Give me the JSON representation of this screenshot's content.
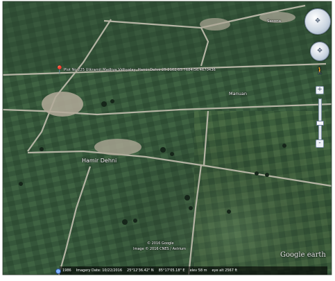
{
  "map": {
    "type": "satellite",
    "colors": {
      "field_dark": "#2c4a2c",
      "field_mid": "#3d5f3a",
      "field_light": "#59794f",
      "road": "#b9b8a8",
      "village": "#b8b2a6",
      "label": "#ffffff"
    }
  },
  "labels": {
    "placemark": "Plot No 225 Utkramit Madhya Vidhyalay, Hamir Dehni 25.2162/85.7684/36.4670436",
    "manuan": "Manuan",
    "sasona": "Sasona",
    "hamir_dehni": "Hamir Dehni"
  },
  "copyright": {
    "line1": "© 2016 Google",
    "line2": "Image © 2016 CNES / Astrium"
  },
  "logo": "Google earth",
  "status_bar": {
    "scale": "1986",
    "imagery_date": "Imagery Date: 10/22/2016",
    "lat": "25°12'36.42\" N",
    "lon": "85°17'05.18\" E",
    "elev": "elev  58 m",
    "eye_alt": "eye alt  2567 ft"
  },
  "controls": {
    "compass_icon": "compass-icon",
    "look_icon": "look-joystick-icon",
    "pegman_icon": "pegman-icon",
    "zoom_in": "+",
    "zoom_out": "-",
    "zoom_level": 0.4
  }
}
